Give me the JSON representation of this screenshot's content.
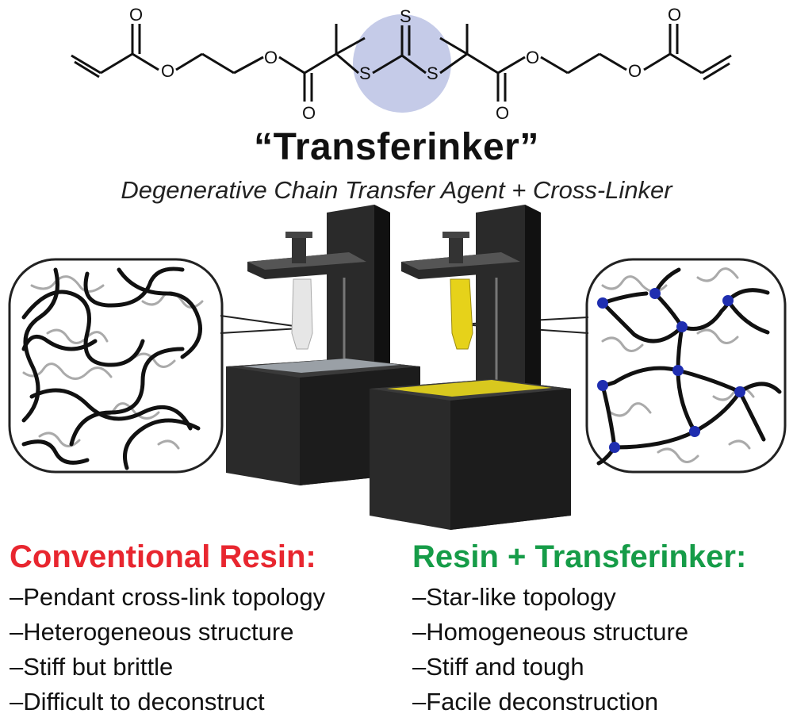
{
  "molecule": {
    "atoms": {
      "O": "O",
      "S": "S"
    }
  },
  "title": "“Transferinker”",
  "subtitle": "Degenerative Chain Transfer Agent + Cross-Linker",
  "left_panel": {
    "heading": "Conventional Resin:",
    "bullets": [
      "–Pendant cross-link topology",
      "–Heterogeneous structure",
      "–Stiff but brittle",
      "–Difficult to deconstruct"
    ]
  },
  "right_panel": {
    "heading": "Resin + Transferinker:",
    "bullets": [
      "–Star-like topology",
      "–Homogeneous structure",
      "–Stiff and tough",
      "–Facile deconstruction"
    ]
  },
  "colors": {
    "conventional_heading": "#e8262f",
    "transferinker_heading": "#169c48",
    "highlight_circle": "#c5cbe8",
    "crosslink_dot": "#1f2eb0",
    "yellow_resin": "#e6d21a",
    "printer_body": "#2a2a2a"
  }
}
